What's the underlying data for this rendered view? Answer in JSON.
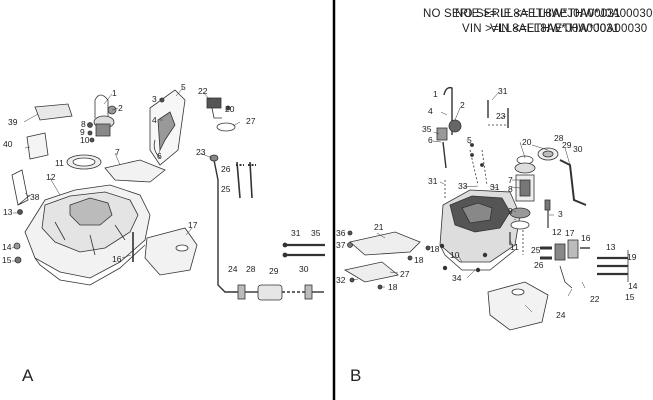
{
  "panel_a": {
    "letter": "A",
    "serie_line": "NO SERIE <= LL8AETHW*J0A00030",
    "vin_line": "VIN <=LL8AETHW*J0A00030"
  },
  "panel_b": {
    "letter": "B",
    "serie_line": "NO SERIE >= LL8AETHW*J0A00031",
    "vin_line": "VIN >=LL8AETHW*J0A00031"
  },
  "callouts_a": [
    "1",
    "2",
    "3",
    "4",
    "5",
    "6",
    "7",
    "8",
    "9",
    "10",
    "11",
    "12",
    "13",
    "14",
    "15",
    "16",
    "17",
    "20",
    "22",
    "23",
    "24",
    "25",
    "26",
    "27",
    "28",
    "29",
    "30",
    "31",
    "35",
    "38",
    "39",
    "40"
  ],
  "callouts_b": [
    "1",
    "2",
    "3",
    "4",
    "5",
    "6",
    "7",
    "8",
    "9",
    "10",
    "11",
    "12",
    "13",
    "14",
    "15",
    "16",
    "17",
    "18",
    "18",
    "18",
    "19",
    "20",
    "21",
    "22",
    "23",
    "24",
    "25",
    "26",
    "27",
    "28",
    "29",
    "30",
    "31",
    "31",
    "31",
    "32",
    "33",
    "34",
    "35",
    "36",
    "37"
  ]
}
